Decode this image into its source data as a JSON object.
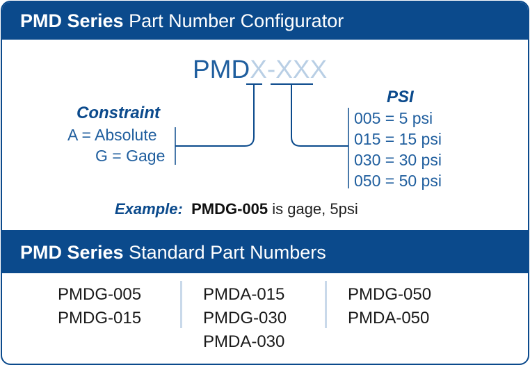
{
  "configurator": {
    "title_bold": "PMD Series",
    "title_rest": " Part Number Configurator",
    "pattern_fixed": "PMD",
    "pattern_variable": "X-XXX",
    "constraint": {
      "heading": "Constraint",
      "options": [
        "A = Absolute",
        "G = Gage"
      ]
    },
    "psi": {
      "heading": "PSI",
      "options": [
        "005 = 5 psi",
        "015 = 15 psi",
        "030 = 30 psi",
        "050 = 50 psi"
      ]
    },
    "example": {
      "label": "Example:",
      "code": "PMDG-005",
      "description": " is gage, 5psi"
    }
  },
  "standard": {
    "title_bold": "PMD Series",
    "title_rest": " Standard Part Numbers",
    "columns": [
      [
        "PMDG-005",
        "PMDG-015"
      ],
      [
        "PMDA-015",
        "PMDG-030",
        "PMDA-030"
      ],
      [
        "PMDG-050",
        "PMDA-050"
      ]
    ]
  },
  "colors": {
    "brand_blue": "#0b4a8c",
    "text_blue": "#1f5e9e",
    "placeholder_blue": "#b9cfe5"
  }
}
